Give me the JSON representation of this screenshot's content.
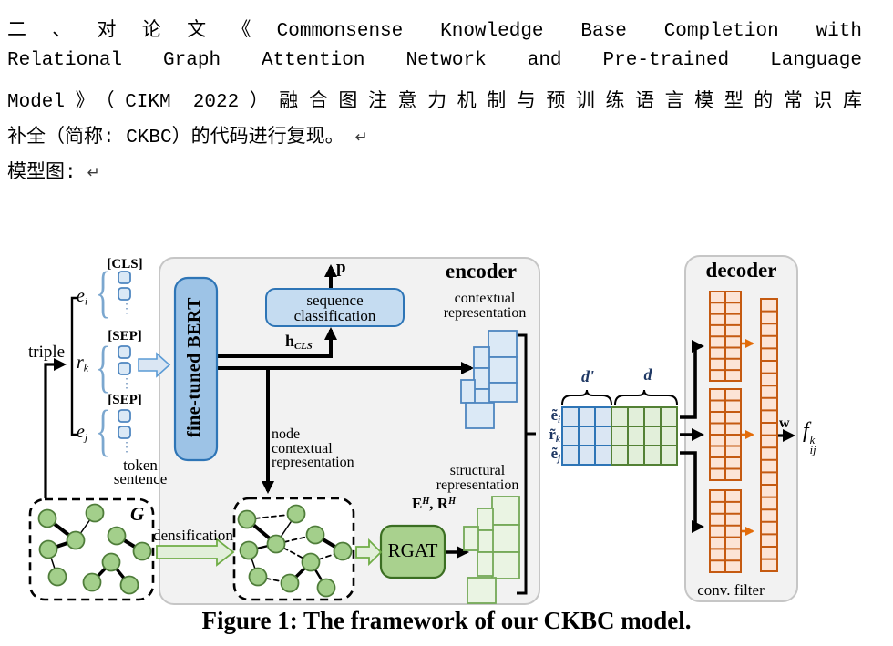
{
  "document": {
    "lines": [
      "二、对论文《Commonsense Knowledge Base Completion with",
      "Relational Graph Attention Network and Pre-trained Language",
      "Model》（CIKM 2022）融合图注意力机制与预训练语言模型的常识库",
      "补全（简称: CKBC）的代码进行复现。"
    ],
    "model_figure_label": "模型图:",
    "return_mark": "↵"
  },
  "figure": {
    "caption": "Figure 1: The framework of our CKBC model.",
    "input": {
      "triple_label": "triple",
      "cls_tag": "[CLS]",
      "sep_tag_1": "[SEP]",
      "sep_tag_2": "[SEP]",
      "e_i": {
        "base": "e",
        "sub": "i"
      },
      "r_k": {
        "base": "r",
        "sub": "k"
      },
      "e_j": {
        "base": "e",
        "sub": "j"
      },
      "dots": "⋮",
      "token_sentence": [
        "token",
        "sentence"
      ],
      "graph_label": "G",
      "densification_label": "densification"
    },
    "encoder": {
      "title": "encoder",
      "bert_label": "fine-tuned BERT",
      "sequence_classification": [
        "sequence",
        "classification"
      ],
      "p_label": "p",
      "h_cls": {
        "base": "h",
        "sub": "CLS"
      },
      "contextual_representation": [
        "contextual",
        "representation"
      ],
      "node_contextual_representation": [
        "node",
        "contextual",
        "representation"
      ],
      "structural_representation": [
        "structural",
        "representation"
      ],
      "eh_rh": {
        "e": "E",
        "h": "H",
        "comma": ", ",
        "r": "R",
        "h2": "H"
      },
      "rgat_label": "RGAT"
    },
    "fusion": {
      "d_prime": "d'",
      "d": "d",
      "row_e_i": {
        "base": "ẽ",
        "sub": "i"
      },
      "row_r_k": {
        "base": "r̃",
        "sub": "k"
      },
      "row_e_j": {
        "base": "ẽ",
        "sub": "j"
      }
    },
    "decoder": {
      "title": "decoder",
      "conv_filter_label": "conv. filter",
      "w_label": "w",
      "score": {
        "base": "f",
        "sup": "k",
        "sub": "ij"
      }
    }
  },
  "colors": {
    "panel_fill": "#f2f2f2",
    "panel_border": "#c6c6c6",
    "blue_fill": "#9dc3e6",
    "blue_border": "#2e75b6",
    "blue_light": "#dae6f3",
    "green_fill": "#a9d18e",
    "green_border": "#538135",
    "green_light": "#e2efda",
    "orange_fill": "#fce4d6",
    "orange_border": "#c55a11",
    "orange_arrow": "#e36c09",
    "navy_text": "#1f3864"
  }
}
